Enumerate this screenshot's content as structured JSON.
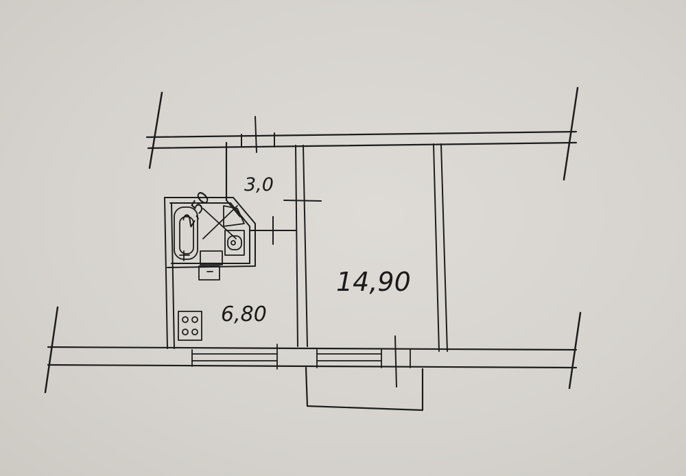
{
  "floor_plan": {
    "rooms": [
      {
        "id": "hall",
        "area_label": "3,0"
      },
      {
        "id": "bathroom",
        "area_label": "2,50"
      },
      {
        "id": "kitchen",
        "area_label": "6,80"
      },
      {
        "id": "living-room",
        "area_label": "14,90"
      }
    ]
  }
}
